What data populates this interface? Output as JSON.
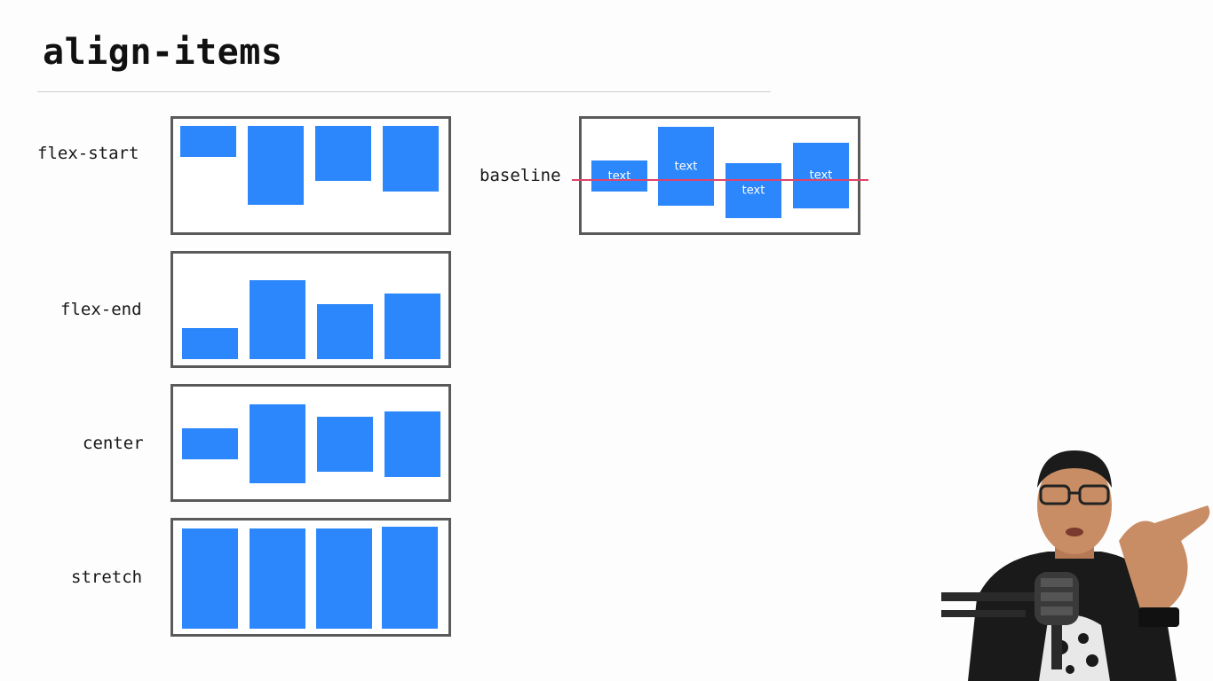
{
  "slide": {
    "title": "align-items"
  },
  "examples": [
    {
      "label": "flex-start"
    },
    {
      "label": "flex-end"
    },
    {
      "label": "center"
    },
    {
      "label": "stretch"
    },
    {
      "label": "baseline",
      "item_text": [
        "text",
        "text",
        "text",
        "text"
      ]
    }
  ],
  "colors": {
    "item": "#2b87fb",
    "box_border": "#5a5a5a",
    "baseline_line": "#e0436b"
  }
}
